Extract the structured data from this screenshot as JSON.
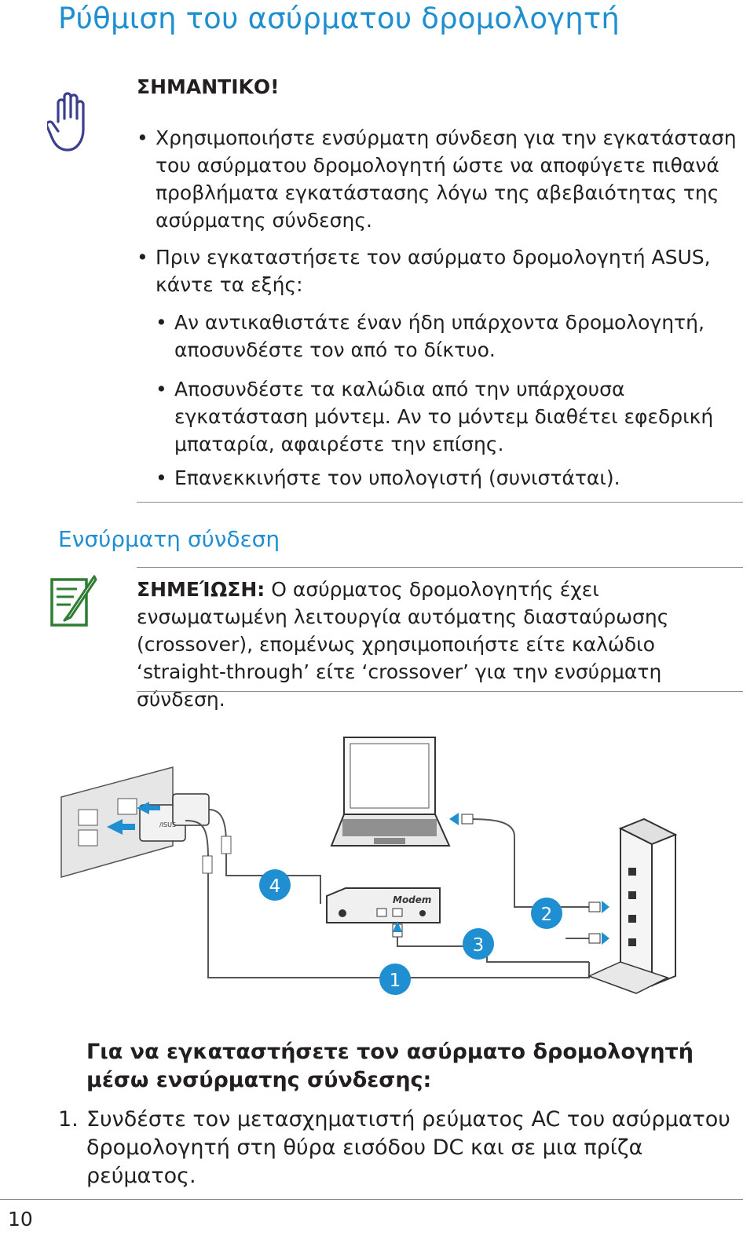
{
  "title": "Ρύθμιση του ασύρματου δρομολογητή",
  "important": {
    "heading": "ΣΗΜΑΝΤΙΚΟ!",
    "bullet_char": "•",
    "bullets": [
      "Χρησιμοποιήστε ενσύρματη σύνδεση για την εγκατάσταση του ασύρματου δρομολογητή ώστε να αποφύγετε πιθανά προβλήματα εγκατάστασης λόγω της αβεβαιότητας της ασύρματης σύνδεσης.",
      "Πριν εγκαταστήσετε τον ασύρματο δρομολογητή ASUS, κάντε τα εξής:"
    ],
    "sub_bullets": [
      "Αν αντικαθιστάτε έναν ήδη υπάρχοντα δρομολογητή, αποσυνδέστε τον από το δίκτυο.",
      "Αποσυνδέστε τα καλώδια από την υπάρχουσα εγκατάσταση μόντεμ. Αν το μόντεμ διαθέτει εφεδρική μπαταρία, αφαιρέστε την επίσης.",
      "Επανεκκινήστε τον υπολογιστή (συνιστάται)."
    ]
  },
  "section_title": "Ενσύρματη σύνδεση",
  "note": {
    "label": "ΣΗΜΕΊΩΣΗ:",
    "text": " Ο ασύρματος δρομολογητής έχει ενσωματωμένη λειτουργία αυτόματης διασταύρωσης (crossover), επομένως χρησιμοποιήστε είτε καλώδιο ‘straight-through’ είτε ‘crossover’ για την ενσύρματη σύνδεση."
  },
  "diagram": {
    "modem_label": "Modem",
    "brand_label": "/ISUS",
    "callouts": [
      "1",
      "2",
      "3",
      "4"
    ],
    "callout_color": "#1f8fd1"
  },
  "procedure": {
    "title": "Για να εγκαταστήσετε τον ασύρματο δρομολογητή μέσω ενσύρματης σύνδεσης:",
    "steps": [
      {
        "num": "1.",
        "text": "Συνδέστε τον μετασχηματιστή ρεύματος AC του ασύρματου δρομολογητή στη θύρα εισόδου DC και σε μια πρίζα ρεύματος."
      }
    ]
  },
  "page_number": "10",
  "colors": {
    "accent": "#1f8fd1",
    "hand_icon": "#3b3f8f",
    "note_icon": "#2e7d32"
  },
  "icons": [
    "hand-icon",
    "note-icon"
  ]
}
